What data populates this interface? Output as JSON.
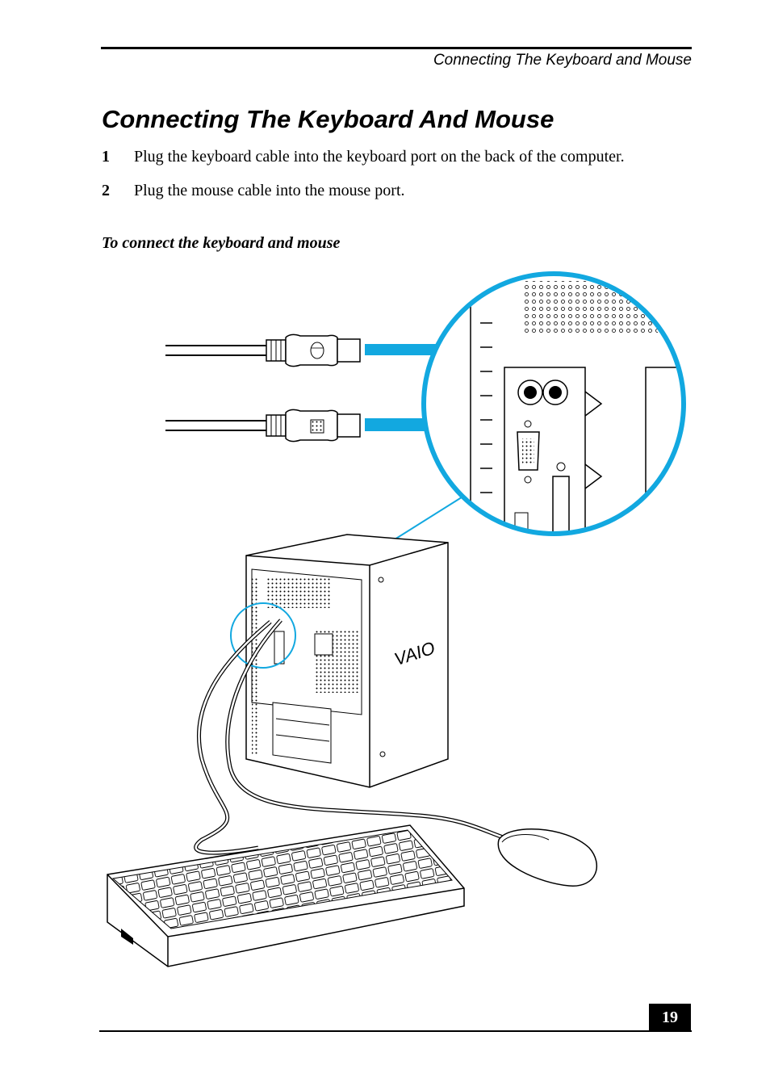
{
  "header": {
    "running_title": "Connecting The Keyboard and Mouse"
  },
  "section": {
    "title": "Connecting The Keyboard And Mouse",
    "steps": [
      {
        "number": "1",
        "text": "Plug the keyboard cable into the keyboard port on the back of the computer."
      },
      {
        "number": "2",
        "text": "Plug the mouse cable into the mouse port."
      }
    ],
    "figure_caption": "To connect the keyboard and mouse"
  },
  "illustration": {
    "accent_color": "#12a8e0",
    "line_color": "#000000",
    "logo_text": "VAIO"
  },
  "footer": {
    "page_number": "19"
  }
}
